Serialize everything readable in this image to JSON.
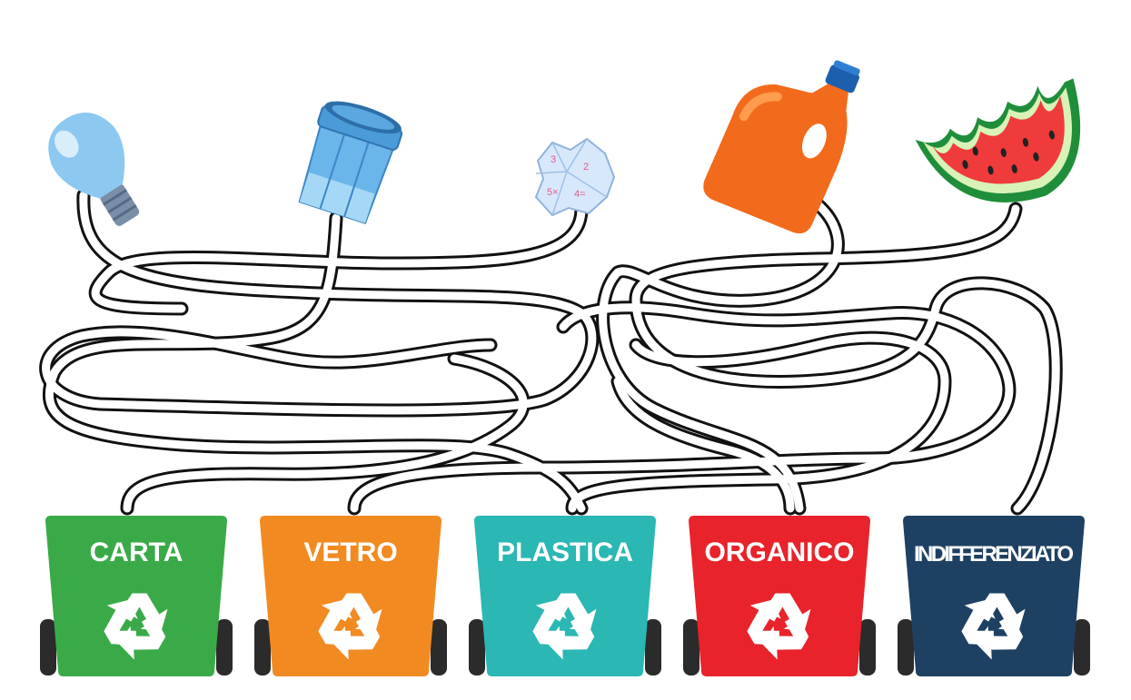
{
  "game": {
    "items": [
      {
        "name": "light-bulb",
        "icon": "light-bulb-icon"
      },
      {
        "name": "glass-jar",
        "icon": "glass-jar-icon"
      },
      {
        "name": "crumpled-paper",
        "icon": "crumpled-paper-icon"
      },
      {
        "name": "detergent-bottle",
        "icon": "plastic-bottle-icon"
      },
      {
        "name": "watermelon-slice",
        "icon": "watermelon-icon"
      }
    ],
    "bins": [
      {
        "label": "CARTA",
        "color": "#3aaa49",
        "icon": "recycle-icon"
      },
      {
        "label": "VETRO",
        "color": "#f28a22",
        "icon": "recycle-icon"
      },
      {
        "label": "PLASTICA",
        "color": "#2bb7b3",
        "icon": "recycle-icon"
      },
      {
        "label": "ORGANICO",
        "color": "#e8232b",
        "icon": "recycle-icon"
      },
      {
        "label": "INDIFFERENZIATO",
        "color": "#1e4163",
        "icon": "recycle-icon"
      }
    ]
  }
}
